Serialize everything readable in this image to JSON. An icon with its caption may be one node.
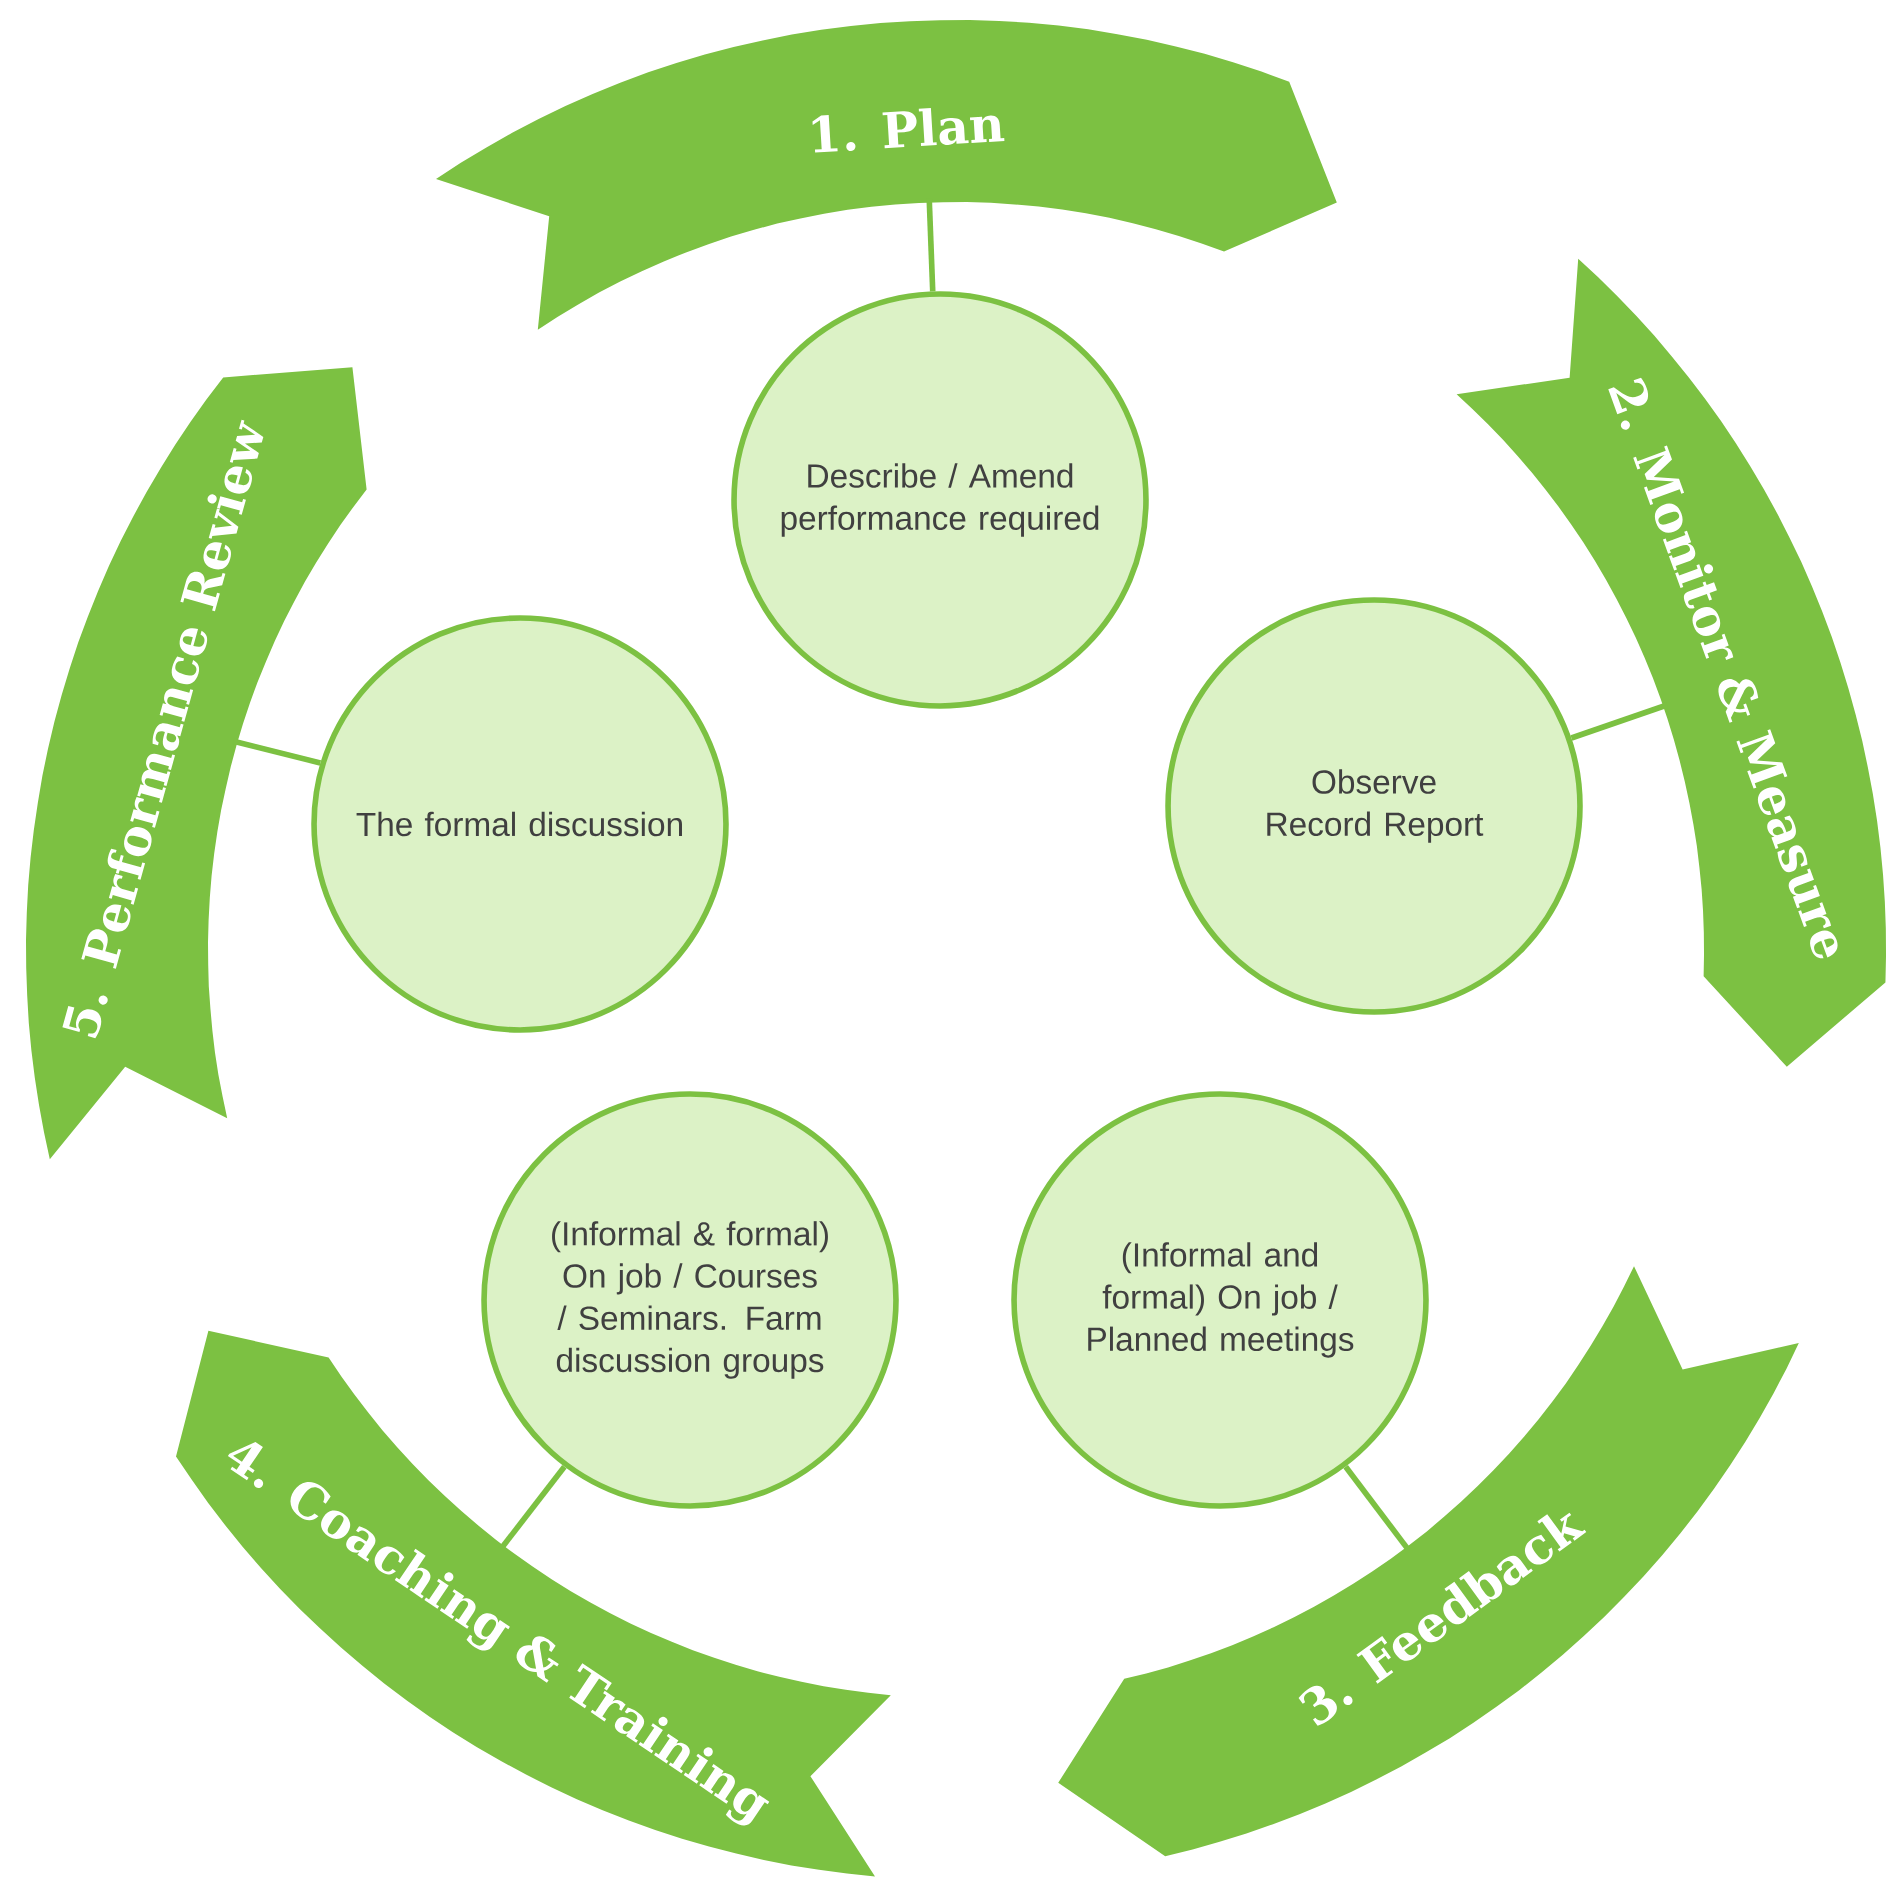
{
  "diagram": {
    "nodes": [
      {
        "text": [
          "1. Plan"
        ]
      },
      {
        "text": [
          "2. Monitor & Measure"
        ]
      },
      {
        "text": [
          "3. Feedback"
        ]
      },
      {
        "text": [
          "4. Coaching & Training"
        ]
      },
      {
        "text": [
          "5. Performance Review"
        ]
      },
      {
        "text": [
          "Describe / Amend performance required"
        ]
      },
      {
        "text": [
          "Observe Record Report"
        ]
      },
      {
        "text": [
          "(Informal and formal) On job / Planned meetings"
        ]
      },
      {
        "text": [
          "(Informal & formal) On job / Courses / Seminars. Farm discussion groups"
        ]
      },
      {
        "text": [
          "The formal discussion"
        ]
      }
    ],
    "edges": [
      {
        "from": 0,
        "to": 5,
        "arrow": "none"
      },
      {
        "from": 1,
        "to": 6,
        "arrow": "none"
      },
      {
        "from": 2,
        "to": 7,
        "arrow": "none"
      },
      {
        "from": 3,
        "to": 8,
        "arrow": "none"
      },
      {
        "from": 4,
        "to": 9,
        "arrow": "none"
      }
    ]
  }
}
